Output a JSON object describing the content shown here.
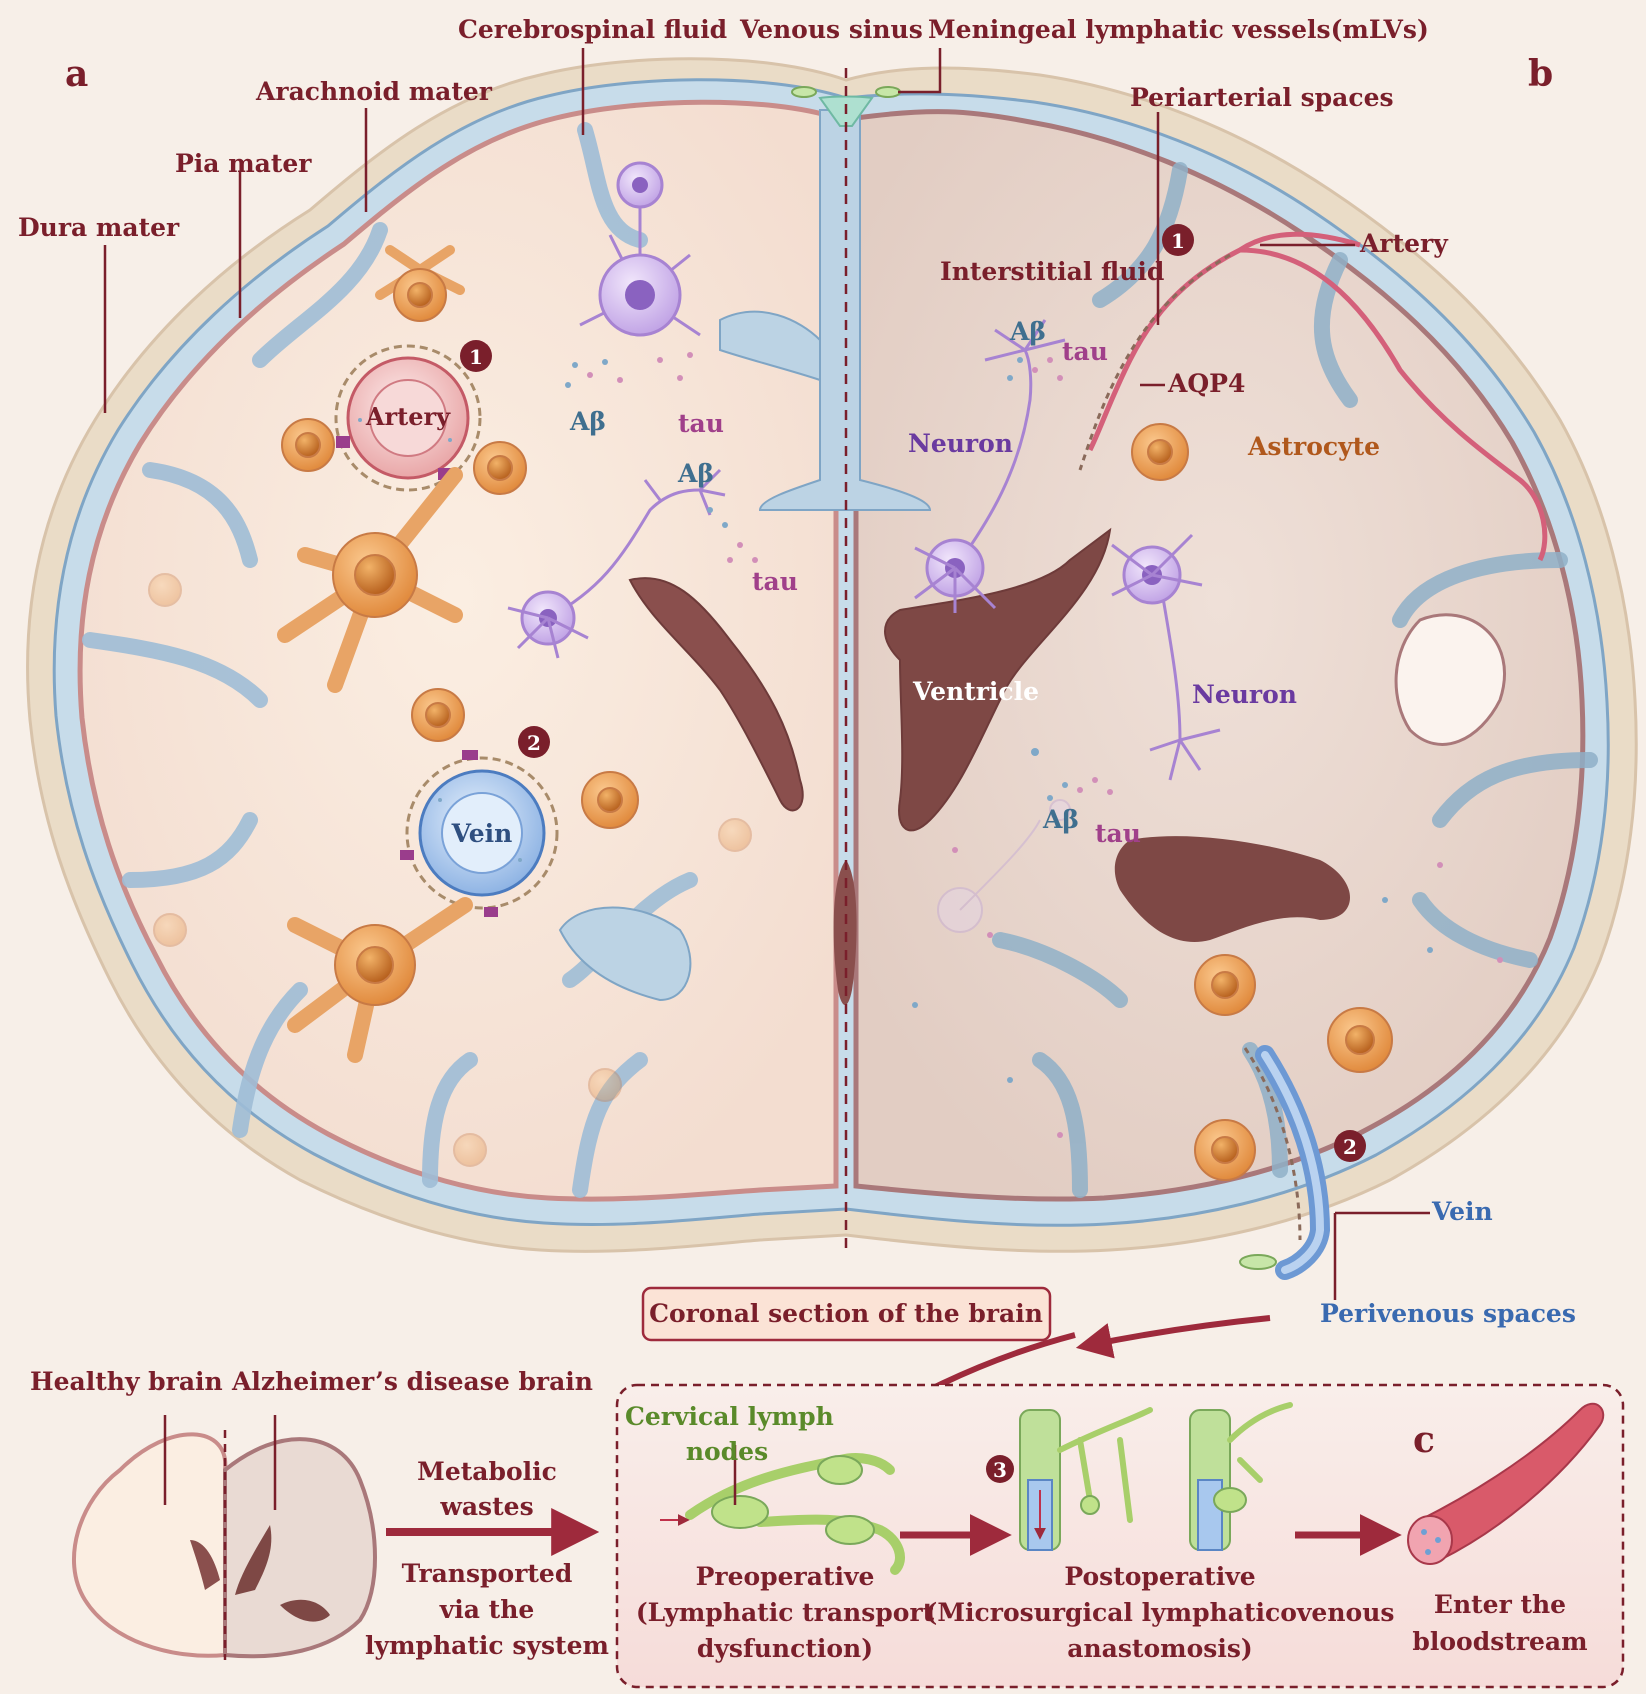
{
  "panels": {
    "a": "a",
    "b": "b",
    "c": "c"
  },
  "meninges": {
    "dura": "Dura mater",
    "pia": "Pia mater",
    "arachnoid": "Arachnoid mater",
    "csf": "Cerebrospinal fluid",
    "venous_sinus": "Venous sinus",
    "mlvs": "Meningeal lymphatic vessels(mLVs)"
  },
  "left": {
    "artery": "Artery",
    "vein": "Vein",
    "abeta1": "Aβ",
    "tau1": "tau",
    "abeta2": "Aβ",
    "tau2": "tau",
    "step1": "1",
    "step2": "2"
  },
  "right": {
    "periarterial": "Periarterial spaces",
    "artery": "Artery",
    "interstitial": "Interstitial fluid",
    "abeta1": "Aβ",
    "tau1": "tau",
    "aqp4": "AQP4",
    "neuron1": "Neuron",
    "astrocyte": "Astrocyte",
    "ventricle": "Ventricle",
    "neuron2": "Neuron",
    "abeta2": "Aβ",
    "tau2": "tau",
    "vein": "Vein",
    "perivenous": "Perivenous spaces",
    "step1": "1",
    "step2": "2"
  },
  "caption": "Coronal section of the brain",
  "bottom": {
    "healthy": "Healthy brain",
    "ad": "Alzheimer’s disease brain",
    "metabolic_1": "Metabolic",
    "metabolic_2": "wastes",
    "transported_1": "Transported",
    "transported_2": "via the",
    "transported_3": "lymphatic system",
    "cervical_1": "Cervical lymph",
    "cervical_2": "nodes",
    "pre_1": "Preoperative",
    "pre_2": "(Lymphatic transport",
    "pre_3": "dysfunction)",
    "post_1": "Postoperative",
    "post_2": "(Microsurgical lymphaticovenous",
    "post_3": "anastomosis)",
    "step3": "3",
    "enter_1": "Enter the",
    "enter_2": "bloodstream"
  },
  "colors": {
    "label": "#7a1f2b",
    "abeta": "#3f6f8f",
    "tau": "#a0408a",
    "neuron": "#6a3aa0",
    "astrocyte": "#b0581c",
    "vein_label": "#3a6ab0",
    "lymph": "#5a8a2a"
  }
}
